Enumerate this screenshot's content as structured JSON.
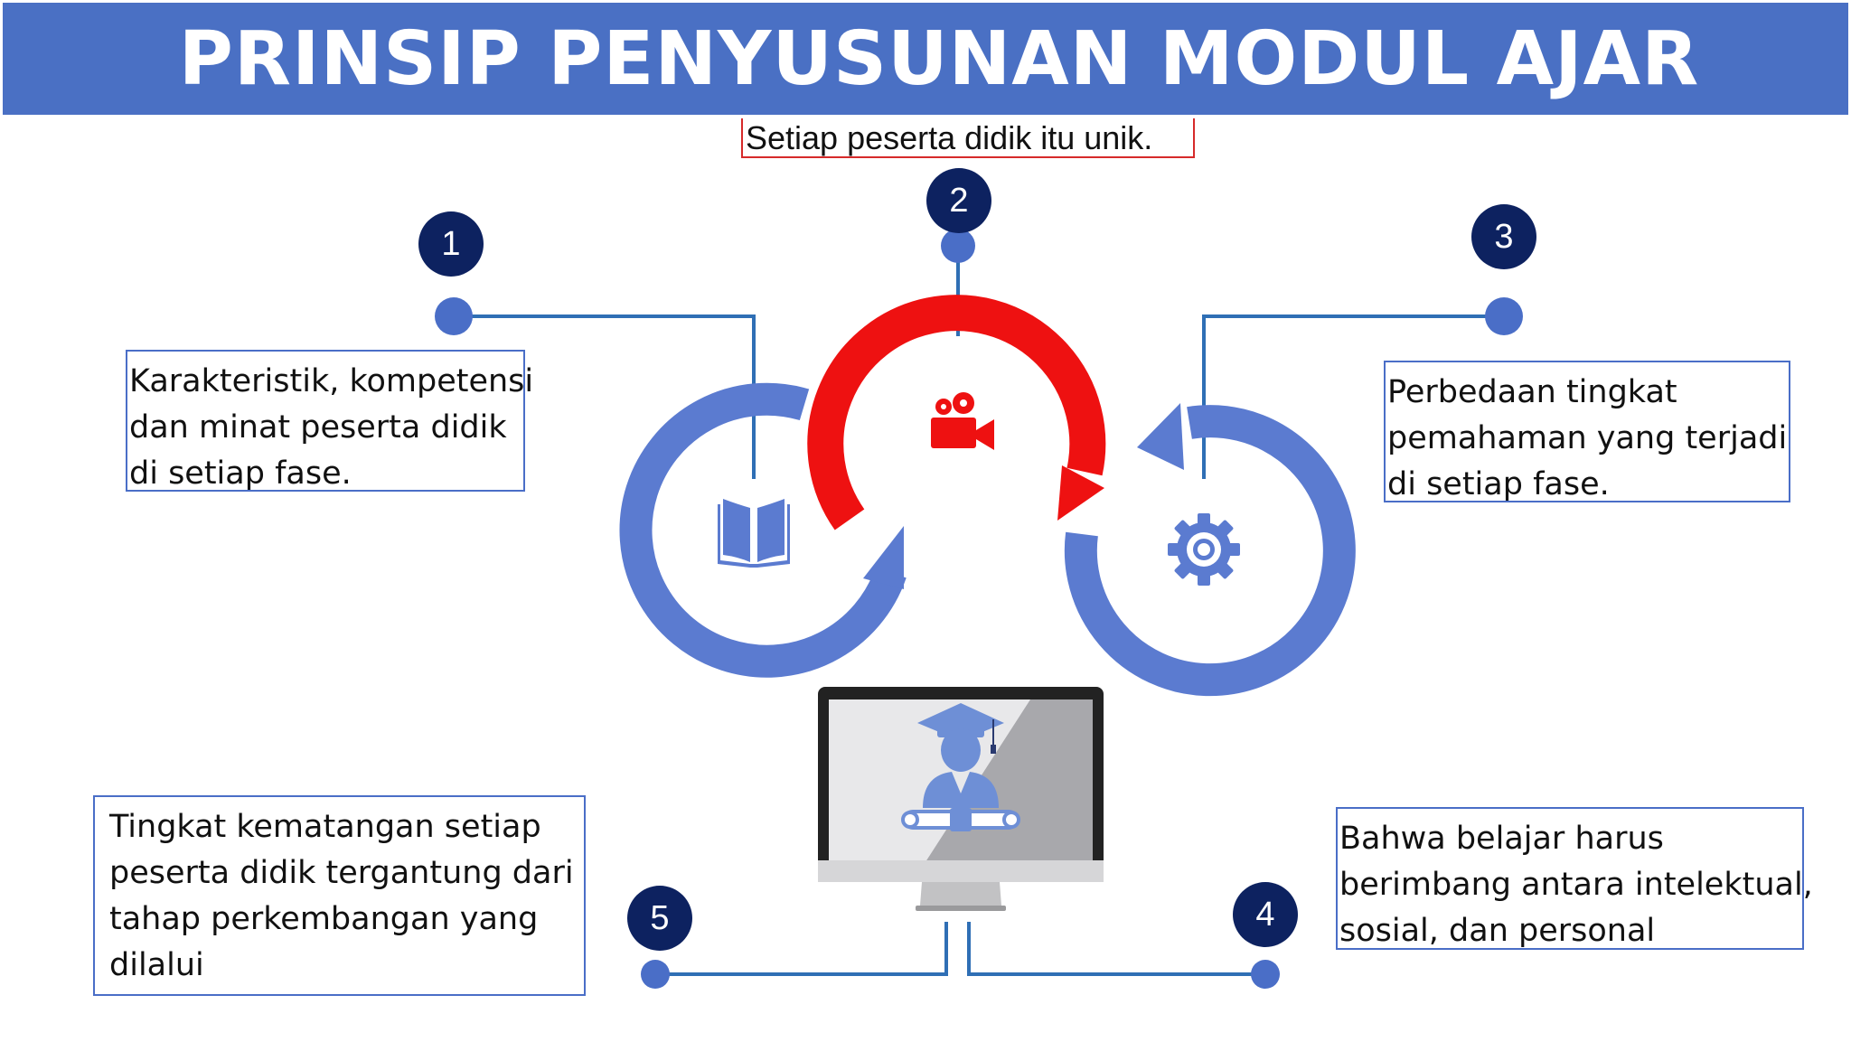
{
  "title": "PRINSIP PENYUSUNAN MODUL AJAR",
  "subtitle": "Setiap peserta didik itu unik.",
  "steps": [
    {
      "number": "1",
      "lines": [
        "Karakteristik, kompetensi",
        "dan minat peserta didik",
        "di setiap fase."
      ]
    },
    {
      "number": "2"
    },
    {
      "number": "3",
      "lines": [
        "Perbedaan tingkat",
        "pemahaman yang terjadi",
        "di setiap fase."
      ]
    },
    {
      "number": "4",
      "lines": [
        "Bahwa belajar harus",
        "berimbang antara intelektual,",
        "sosial, dan personal"
      ]
    },
    {
      "number": "5",
      "lines": [
        "Tingkat kematangan setiap",
        "peserta didik  tergantung dari",
        "tahap perkembangan yang",
        "dilalui"
      ]
    }
  ],
  "icons": [
    "book-icon",
    "video-camera-icon",
    "gear-icon",
    "graduate-icon",
    "monitor-icon"
  ],
  "colors": {
    "title_bg": "#4a70c4",
    "blue": "#5b7bd0",
    "red": "#ee1111",
    "dark_navy": "#0d2260",
    "line_blue": "#2f6fb5"
  }
}
